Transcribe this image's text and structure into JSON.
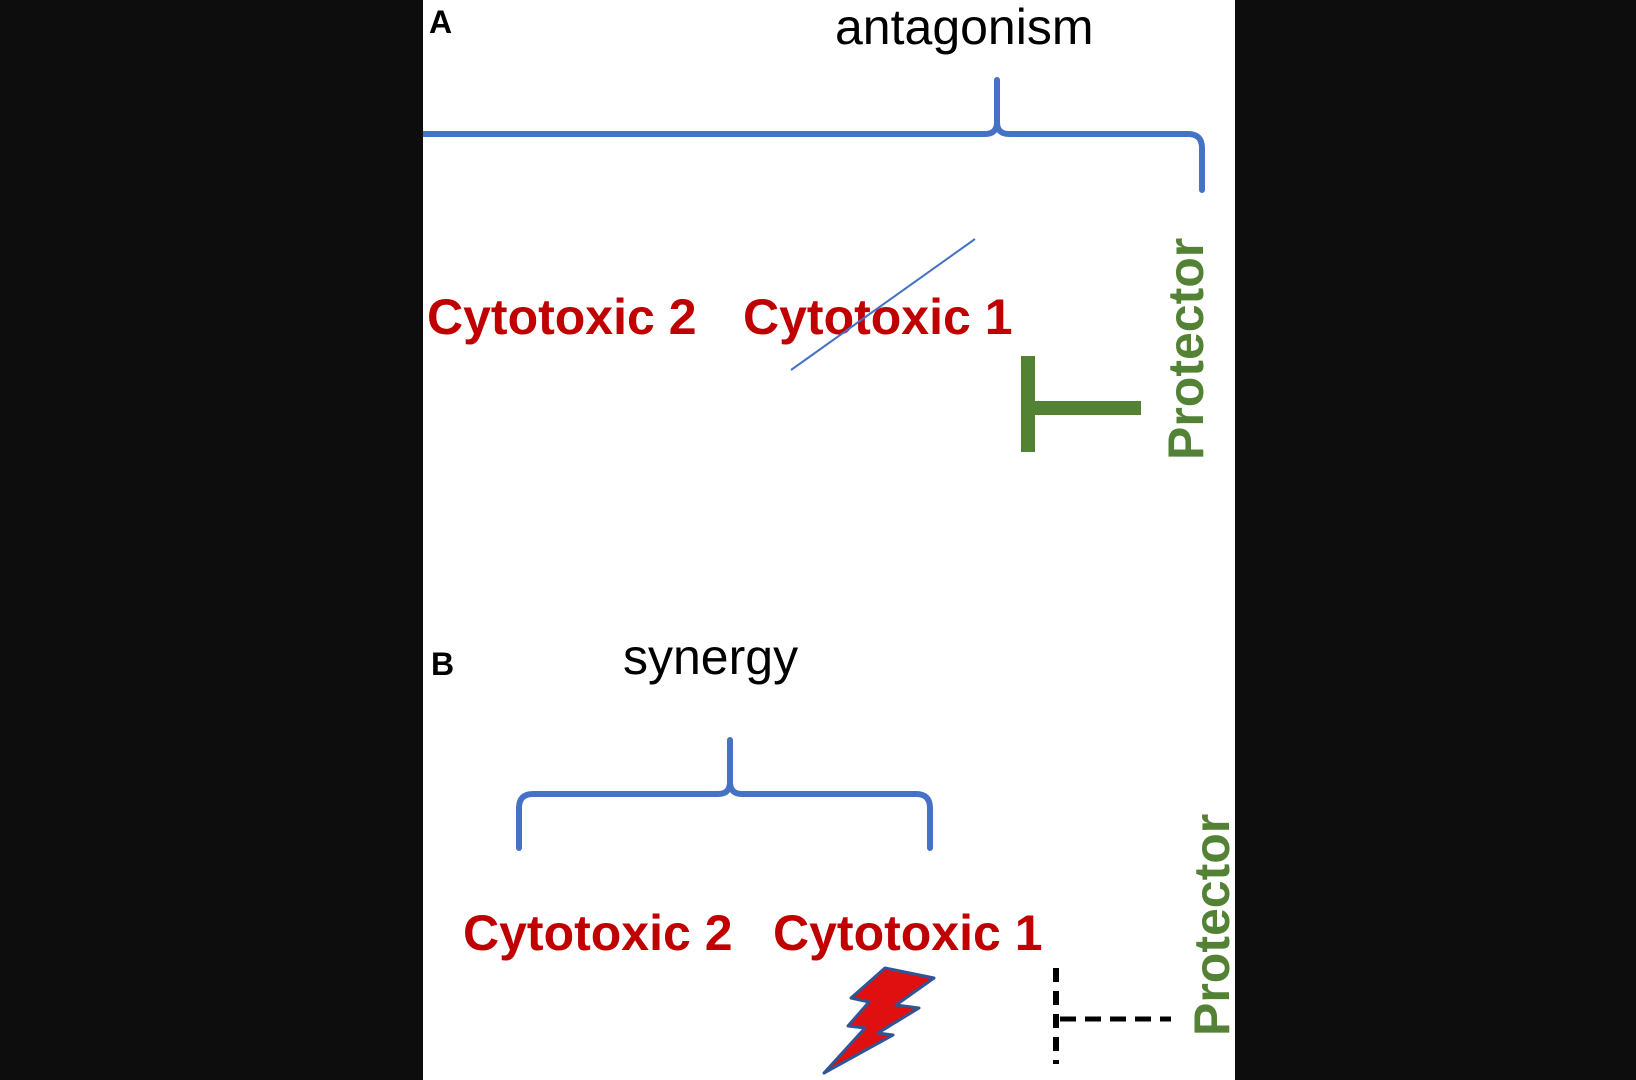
{
  "panel_a": {
    "letter": "A",
    "heading": "antagonism",
    "agent_left": "Cytotoxic 2",
    "agent_right": "Cytotoxic 1",
    "protector": "Protector"
  },
  "panel_b": {
    "letter": "B",
    "heading": "synergy",
    "agent_left": "Cytotoxic 2",
    "agent_right": "Cytotoxic 1",
    "protector": "Protector"
  },
  "colors": {
    "background": "#0d0d0d",
    "canvas": "#ffffff",
    "cytotoxic": "#c00000",
    "protector": "#548235",
    "bracket": "#4472c4",
    "bolt_fill": "#e01010",
    "bolt_outline": "#2f5597",
    "dashed_inhibition": "#000000"
  },
  "icons": {
    "panel_a_strike": "strikethrough-line",
    "panel_a_inhibition": "inhibition-t-bar",
    "panel_b_effect": "lightning-bolt-icon",
    "panel_b_inhibition": "dashed-inhibition-t-bar"
  }
}
